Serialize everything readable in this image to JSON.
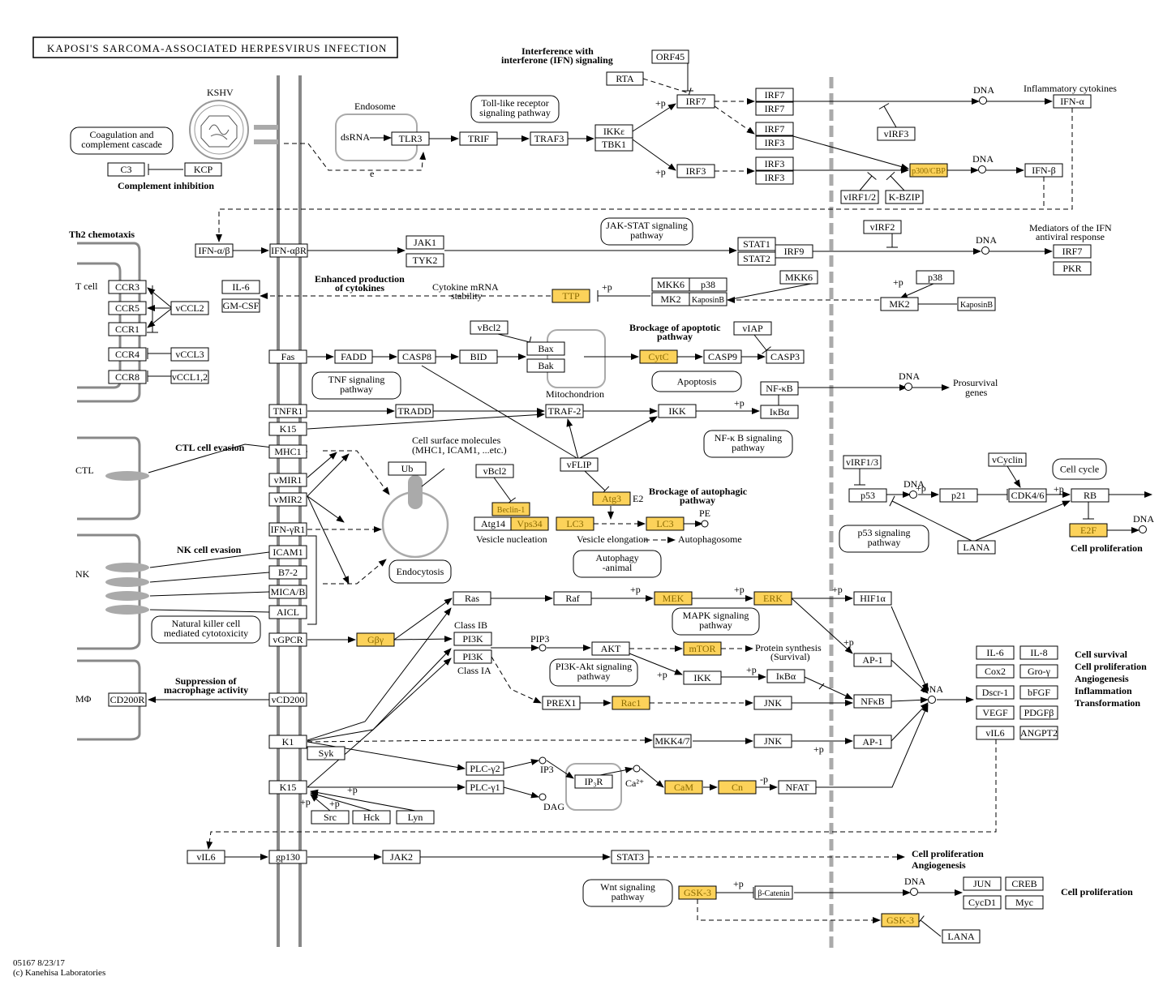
{
  "title": "KAPOSI'S SARCOMA-ASSOCIATED HERPESVIRUS INFECTION",
  "footer": {
    "code": "05167 8/23/17",
    "copyright": "(c) Kanehisa Laboratories"
  },
  "colors": {
    "highlight": "#fcd25a",
    "membrane": "#888888",
    "nucleus_line": "#aaaaaa"
  },
  "genes": [
    {
      "id": "c3",
      "label": "C3"
    },
    {
      "id": "kcp",
      "label": "KCP"
    },
    {
      "id": "orf45",
      "label": "ORF45"
    },
    {
      "id": "rta",
      "label": "RTA"
    },
    {
      "id": "tlr3",
      "label": "TLR3"
    },
    {
      "id": "trif",
      "label": "TRIF"
    },
    {
      "id": "traf3",
      "label": "TRAF3"
    },
    {
      "id": "ikke",
      "label": "IKKε"
    },
    {
      "id": "tbk1",
      "label": "TBK1"
    },
    {
      "id": "irf7a",
      "label": "IRF7"
    },
    {
      "id": "irf3a",
      "label": "IRF3"
    },
    {
      "id": "irf7b",
      "label": "IRF7"
    },
    {
      "id": "irf7c",
      "label": "IRF7"
    },
    {
      "id": "irf7d",
      "label": "IRF7"
    },
    {
      "id": "irf3b",
      "label": "IRF3"
    },
    {
      "id": "irf3c",
      "label": "IRF3"
    },
    {
      "id": "irf3d",
      "label": "IRF3"
    },
    {
      "id": "virf3",
      "label": "vIRF3"
    },
    {
      "id": "virf12",
      "label": "vIRF1/2"
    },
    {
      "id": "kbzip",
      "label": "K-BZIP"
    },
    {
      "id": "p300",
      "label": "p300/CBP",
      "hl": true
    },
    {
      "id": "ifna",
      "label": "IFN-α"
    },
    {
      "id": "ifnb",
      "label": "IFN-β"
    },
    {
      "id": "ifnab",
      "label": "IFN-α/β"
    },
    {
      "id": "ifnabr",
      "label": "IFN-αβR"
    },
    {
      "id": "jak1",
      "label": "JAK1"
    },
    {
      "id": "tyk2",
      "label": "TYK2"
    },
    {
      "id": "stat1",
      "label": "STAT1"
    },
    {
      "id": "stat2",
      "label": "STAT2"
    },
    {
      "id": "irf9",
      "label": "IRF9"
    },
    {
      "id": "virf2",
      "label": "vIRF2"
    },
    {
      "id": "irf7e",
      "label": "IRF7"
    },
    {
      "id": "pkr",
      "label": "PKR"
    },
    {
      "id": "ccr3",
      "label": "CCR3"
    },
    {
      "id": "ccr5",
      "label": "CCR5"
    },
    {
      "id": "ccr1",
      "label": "CCR1"
    },
    {
      "id": "vccl2",
      "label": "vCCL2"
    },
    {
      "id": "ccr4",
      "label": "CCR4"
    },
    {
      "id": "vccl3",
      "label": "vCCL3"
    },
    {
      "id": "ccr8",
      "label": "CCR8"
    },
    {
      "id": "vccl12",
      "label": "vCCL1,2"
    },
    {
      "id": "il6a",
      "label": "IL-6"
    },
    {
      "id": "gmcsf",
      "label": "GM-CSF"
    },
    {
      "id": "ttp",
      "label": "TTP",
      "hl": true
    },
    {
      "id": "mkk6a",
      "label": "MKK6"
    },
    {
      "id": "p38a",
      "label": "p38"
    },
    {
      "id": "mk2a",
      "label": "MK2"
    },
    {
      "id": "kaposinba",
      "label": "KaposinB"
    },
    {
      "id": "mkk6b",
      "label": "MKK6"
    },
    {
      "id": "p38b",
      "label": "p38"
    },
    {
      "id": "mk2b",
      "label": "MK2"
    },
    {
      "id": "kaposinbb",
      "label": "KaposinB"
    },
    {
      "id": "vbcl2a",
      "label": "vBcl2"
    },
    {
      "id": "viap",
      "label": "vIAP"
    },
    {
      "id": "fas",
      "label": "Fas"
    },
    {
      "id": "fadd",
      "label": "FADD"
    },
    {
      "id": "casp8",
      "label": "CASP8"
    },
    {
      "id": "bid",
      "label": "BID"
    },
    {
      "id": "bax",
      "label": "Bax"
    },
    {
      "id": "bak",
      "label": "Bak"
    },
    {
      "id": "cytc",
      "label": "CytC",
      "hl": true
    },
    {
      "id": "casp9",
      "label": "CASP9"
    },
    {
      "id": "casp3",
      "label": "CASP3"
    },
    {
      "id": "nfkb1",
      "label": "NF-κB"
    },
    {
      "id": "ikba1",
      "label": "IκBα"
    },
    {
      "id": "tnfr1",
      "label": "TNFR1"
    },
    {
      "id": "tradd",
      "label": "TRADD"
    },
    {
      "id": "traf2",
      "label": "TRAF-2"
    },
    {
      "id": "ikk1",
      "label": "IKK"
    },
    {
      "id": "k15a",
      "label": "K15"
    },
    {
      "id": "mhc1",
      "label": "MHC1"
    },
    {
      "id": "vmir1",
      "label": "vMIR1"
    },
    {
      "id": "vmir2",
      "label": "vMIR2"
    },
    {
      "id": "ifngr1",
      "label": "IFN-γR1"
    },
    {
      "id": "icam1",
      "label": "ICAM1"
    },
    {
      "id": "b72",
      "label": "B7-2"
    },
    {
      "id": "micab",
      "label": "MICA/B"
    },
    {
      "id": "aicl",
      "label": "AICL"
    },
    {
      "id": "ub",
      "label": "Ub"
    },
    {
      "id": "vbcl2b",
      "label": "vBcl2"
    },
    {
      "id": "vflip",
      "label": "vFLIP"
    },
    {
      "id": "beclin1",
      "label": "Beclin-1",
      "hl": true
    },
    {
      "id": "atg14",
      "label": "Atg14"
    },
    {
      "id": "vps34",
      "label": "Vps34",
      "hl": true
    },
    {
      "id": "atg3",
      "label": "Atg3",
      "hl": true
    },
    {
      "id": "lc3a",
      "label": "LC3",
      "hl": true
    },
    {
      "id": "lc3b",
      "label": "LC3",
      "hl": true
    },
    {
      "id": "virf13",
      "label": "vIRF1/3"
    },
    {
      "id": "p53",
      "label": "p53"
    },
    {
      "id": "p21",
      "label": "p21"
    },
    {
      "id": "vcyclin",
      "label": "vCyclin"
    },
    {
      "id": "cdk46",
      "label": "CDK4/6"
    },
    {
      "id": "rb",
      "label": "RB"
    },
    {
      "id": "e2f",
      "label": "E2F",
      "hl": true
    },
    {
      "id": "lana1",
      "label": "LANA"
    },
    {
      "id": "vgpcr",
      "label": "vGPCR"
    },
    {
      "id": "gby",
      "label": "Gβγ",
      "hl": true
    },
    {
      "id": "ras",
      "label": "Ras"
    },
    {
      "id": "raf",
      "label": "Raf"
    },
    {
      "id": "mek",
      "label": "MEK",
      "hl": true
    },
    {
      "id": "erk",
      "label": "ERK",
      "hl": true
    },
    {
      "id": "hif1a",
      "label": "HIF1α"
    },
    {
      "id": "ap1a",
      "label": "AP-1"
    },
    {
      "id": "pi3k1",
      "label": "PI3K"
    },
    {
      "id": "pi3k2",
      "label": "PI3K"
    },
    {
      "id": "akt",
      "label": "AKT"
    },
    {
      "id": "mtor",
      "label": "mTOR",
      "hl": true
    },
    {
      "id": "ikk2",
      "label": "IKK"
    },
    {
      "id": "ikba2",
      "label": "IκBα"
    },
    {
      "id": "prex1",
      "label": "PREX1"
    },
    {
      "id": "rac1",
      "label": "Rac1",
      "hl": true
    },
    {
      "id": "jnk1",
      "label": "JNK"
    },
    {
      "id": "nfkb2",
      "label": "NFκB"
    },
    {
      "id": "cd200r",
      "label": "CD200R"
    },
    {
      "id": "vcd200",
      "label": "vCD200"
    },
    {
      "id": "k1",
      "label": "K1"
    },
    {
      "id": "syk",
      "label": "Syk"
    },
    {
      "id": "mkk47",
      "label": "MKK4/7"
    },
    {
      "id": "jnk2",
      "label": "JNK"
    },
    {
      "id": "ap1b",
      "label": "AP-1"
    },
    {
      "id": "plcg2",
      "label": "PLC-γ2"
    },
    {
      "id": "plcg1",
      "label": "PLC-γ1"
    },
    {
      "id": "k15b",
      "label": "K15"
    },
    {
      "id": "ip3r",
      "label": "IP₃R"
    },
    {
      "id": "cam",
      "label": "CaM",
      "hl": true
    },
    {
      "id": "cn",
      "label": "Cn",
      "hl": true
    },
    {
      "id": "nfat",
      "label": "NFAT"
    },
    {
      "id": "src",
      "label": "Src"
    },
    {
      "id": "hck",
      "label": "Hck"
    },
    {
      "id": "lyn",
      "label": "Lyn"
    },
    {
      "id": "il6b",
      "label": "IL-6"
    },
    {
      "id": "il8",
      "label": "IL-8"
    },
    {
      "id": "cox2",
      "label": "Cox2"
    },
    {
      "id": "grog",
      "label": "Gro-γ"
    },
    {
      "id": "dscr1",
      "label": "Dscr-1"
    },
    {
      "id": "bfgf",
      "label": "bFGF"
    },
    {
      "id": "vegf",
      "label": "VEGF"
    },
    {
      "id": "pdgfb",
      "label": "PDGFβ"
    },
    {
      "id": "vil6a",
      "label": "vIL6"
    },
    {
      "id": "angpt2",
      "label": "ANGPT2"
    },
    {
      "id": "vil6b",
      "label": "vIL6"
    },
    {
      "id": "gp130",
      "label": "gp130"
    },
    {
      "id": "jak2",
      "label": "JAK2"
    },
    {
      "id": "stat3",
      "label": "STAT3"
    },
    {
      "id": "gsk3a",
      "label": "GSK-3",
      "hl": true
    },
    {
      "id": "bcat",
      "label": "β-Catenin"
    },
    {
      "id": "gsk3b",
      "label": "GSK-3",
      "hl": true
    },
    {
      "id": "jun",
      "label": "JUN"
    },
    {
      "id": "creb",
      "label": "CREB"
    },
    {
      "id": "cycd1",
      "label": "CycD1"
    },
    {
      "id": "myc",
      "label": "Myc"
    },
    {
      "id": "lana2",
      "label": "LANA"
    }
  ],
  "pathways": [
    {
      "id": "coag",
      "label": "Coagulation and complement cascade"
    },
    {
      "id": "tlr",
      "label": "Toll-like receptor signaling pathway"
    },
    {
      "id": "jakstat",
      "label": "JAK-STAT signaling pathway"
    },
    {
      "id": "tnf",
      "label": "TNF signaling pathway"
    },
    {
      "id": "apop",
      "label": "Apoptosis"
    },
    {
      "id": "nfkbpw",
      "label": "NF-κ B signaling pathway"
    },
    {
      "id": "endo",
      "label": "Endocytosis"
    },
    {
      "id": "auto",
      "label": "Autophagy -animal"
    },
    {
      "id": "cellcycle",
      "label": "Cell cycle"
    },
    {
      "id": "p53pw",
      "label": "p53 signaling pathway"
    },
    {
      "id": "nk",
      "label": "Natural killer cell mediated cytotoxicity"
    },
    {
      "id": "mapk",
      "label": "MAPK signaling pathway"
    },
    {
      "id": "pi3kakt",
      "label": "PI3K-Akt signaling pathway"
    },
    {
      "id": "wnt",
      "label": "Wnt signaling pathway"
    }
  ],
  "labels": {
    "kshv": "KSHV",
    "endosome": "Endosome",
    "dsrna": "dsRNA",
    "interference": "Interference with",
    "interference2": "interferone (IFN) signaling",
    "complement_inhibition": "Complement inhibition",
    "th2": "Th2 chemotaxis",
    "tcell": "T cell",
    "ctl": "CTL",
    "nk": "NK",
    "mphi": "MΦ",
    "enhanced": "Enhanced production",
    "enhanced2": "of cytokines",
    "mrna": "Cytokine mRNA",
    "mrna2": "stability",
    "brockage_apop": "Brockage of apoptotic",
    "brockage_apop2": "pathway",
    "mitochondrion": "Mitochondrion",
    "ctl_evasion": "CTL cell evasion",
    "nk_evasion": "NK cell evasion",
    "surface": "Cell surface molecules",
    "surface2": "(MHC1, ICAM1, ...etc.)",
    "brockage_auto": "Brockage of autophagic",
    "brockage_auto2": "pathway",
    "e2": "E2",
    "pe": "PE",
    "vesicle_nuc": "Vesicle nucleation",
    "vesicle_el": "Vesicle elongation",
    "autophagosome": "Autophagosome",
    "dna": "DNA",
    "inflam_cyto": "Inflammatory cytokines",
    "mediators": "Mediators of the IFN",
    "mediators2": "antiviral response",
    "prosurvival": "Prosurvival",
    "prosurvival2": "genes",
    "cell_prolif": "Cell proliferation",
    "class_ib": "Class IB",
    "class_ia": "Class IA",
    "pip3": "PIP3",
    "protein_syn": "Protein synthesis",
    "survival": "(Survival)",
    "supp_macro": "Suppression of",
    "supp_macro2": "macrophage activity",
    "ip3": "IP3",
    "dag": "DAG",
    "ca": "Ca²⁺",
    "cs1": "Cell survival",
    "cs2": "Cell proliferation",
    "cs3": "Angiogenesis",
    "cs4": "Inflammation",
    "cs5": "Transformation",
    "cp_angio1": "Cell proliferation",
    "cp_angio2": "Angiogenesis",
    "cp_wnt": "Cell proliferation",
    "plus_p": "+p",
    "minus_p": "-p",
    "e": "e"
  }
}
